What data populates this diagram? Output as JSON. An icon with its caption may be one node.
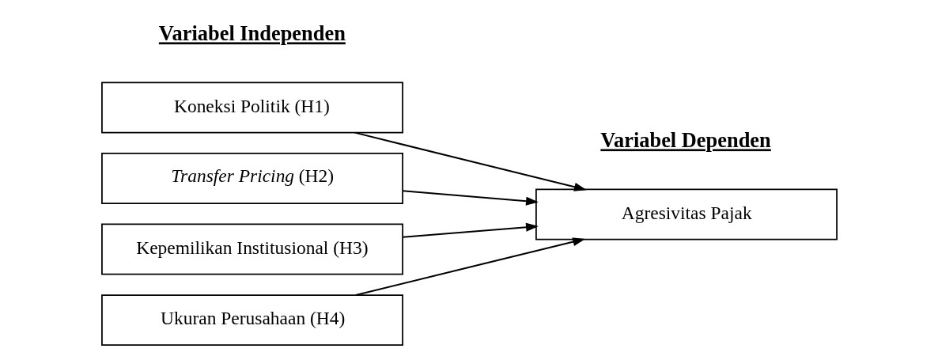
{
  "diagram": {
    "nodes": [
      {
        "text": [
          "Koneksi Politik (H1)"
        ]
      },
      {
        "text": [
          "*Transfer Pricing* (H2)"
        ]
      },
      {
        "text": [
          "Kepemilikan Institusional (H3)"
        ]
      },
      {
        "text": [
          "Ukuran Perusahaan (H4)"
        ]
      },
      {
        "text": [
          "Agresivitas Pajak"
        ]
      }
    ],
    "edges": [
      {
        "from": 0,
        "to": 4,
        "arrow": "to"
      },
      {
        "from": 1,
        "to": 4,
        "arrow": "to"
      },
      {
        "from": 2,
        "to": 4,
        "arrow": "to"
      },
      {
        "from": 3,
        "to": 4,
        "arrow": "to"
      }
    ],
    "labels": [
      "Variabel Independen",
      "Variabel Dependen"
    ]
  }
}
